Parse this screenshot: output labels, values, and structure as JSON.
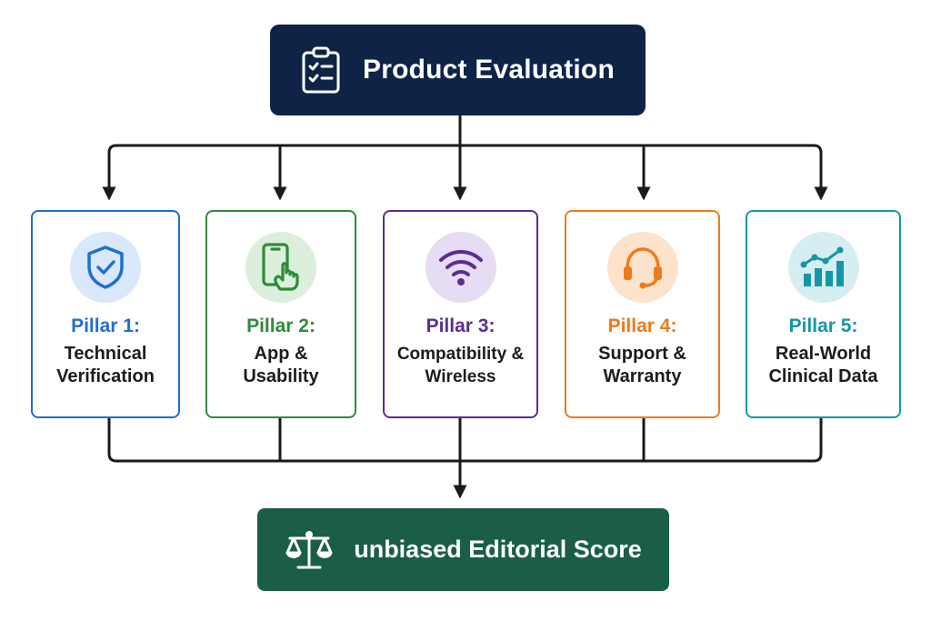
{
  "header": {
    "title": "Product Evaluation",
    "icon": "clipboard-checklist-icon"
  },
  "pillars": [
    {
      "label": "Pillar 1:",
      "line1": "Technical",
      "line2": "Verification",
      "color": "#1f6fd1",
      "tint": "#d9e8fa",
      "icon": "shield-check-icon"
    },
    {
      "label": "Pillar 2:",
      "line1": "App &",
      "line2": "Usability",
      "color": "#2e8b3a",
      "tint": "#dcefdc",
      "icon": "phone-tap-icon"
    },
    {
      "label": "Pillar 3:",
      "line1": "Compatibility &",
      "line2": "Wireless",
      "color": "#5b2d91",
      "tint": "#e6dcf3",
      "icon": "wifi-icon"
    },
    {
      "label": "Pillar 4:",
      "line1": "Support &",
      "line2": "Warranty",
      "color": "#ef7a1a",
      "tint": "#fde3cc",
      "icon": "headset-icon"
    },
    {
      "label": "Pillar 5:",
      "line1": "Real-World",
      "line2": "Clinical Data",
      "color": "#1596a8",
      "tint": "#d6eef1",
      "icon": "chart-trend-icon"
    }
  ],
  "footer": {
    "title": "unbiased Editorial Score",
    "icon": "balance-scale-icon"
  },
  "colors": {
    "header_bg": "#0f2347",
    "footer_bg": "#1a5e45",
    "connector": "#1a1a1a"
  }
}
